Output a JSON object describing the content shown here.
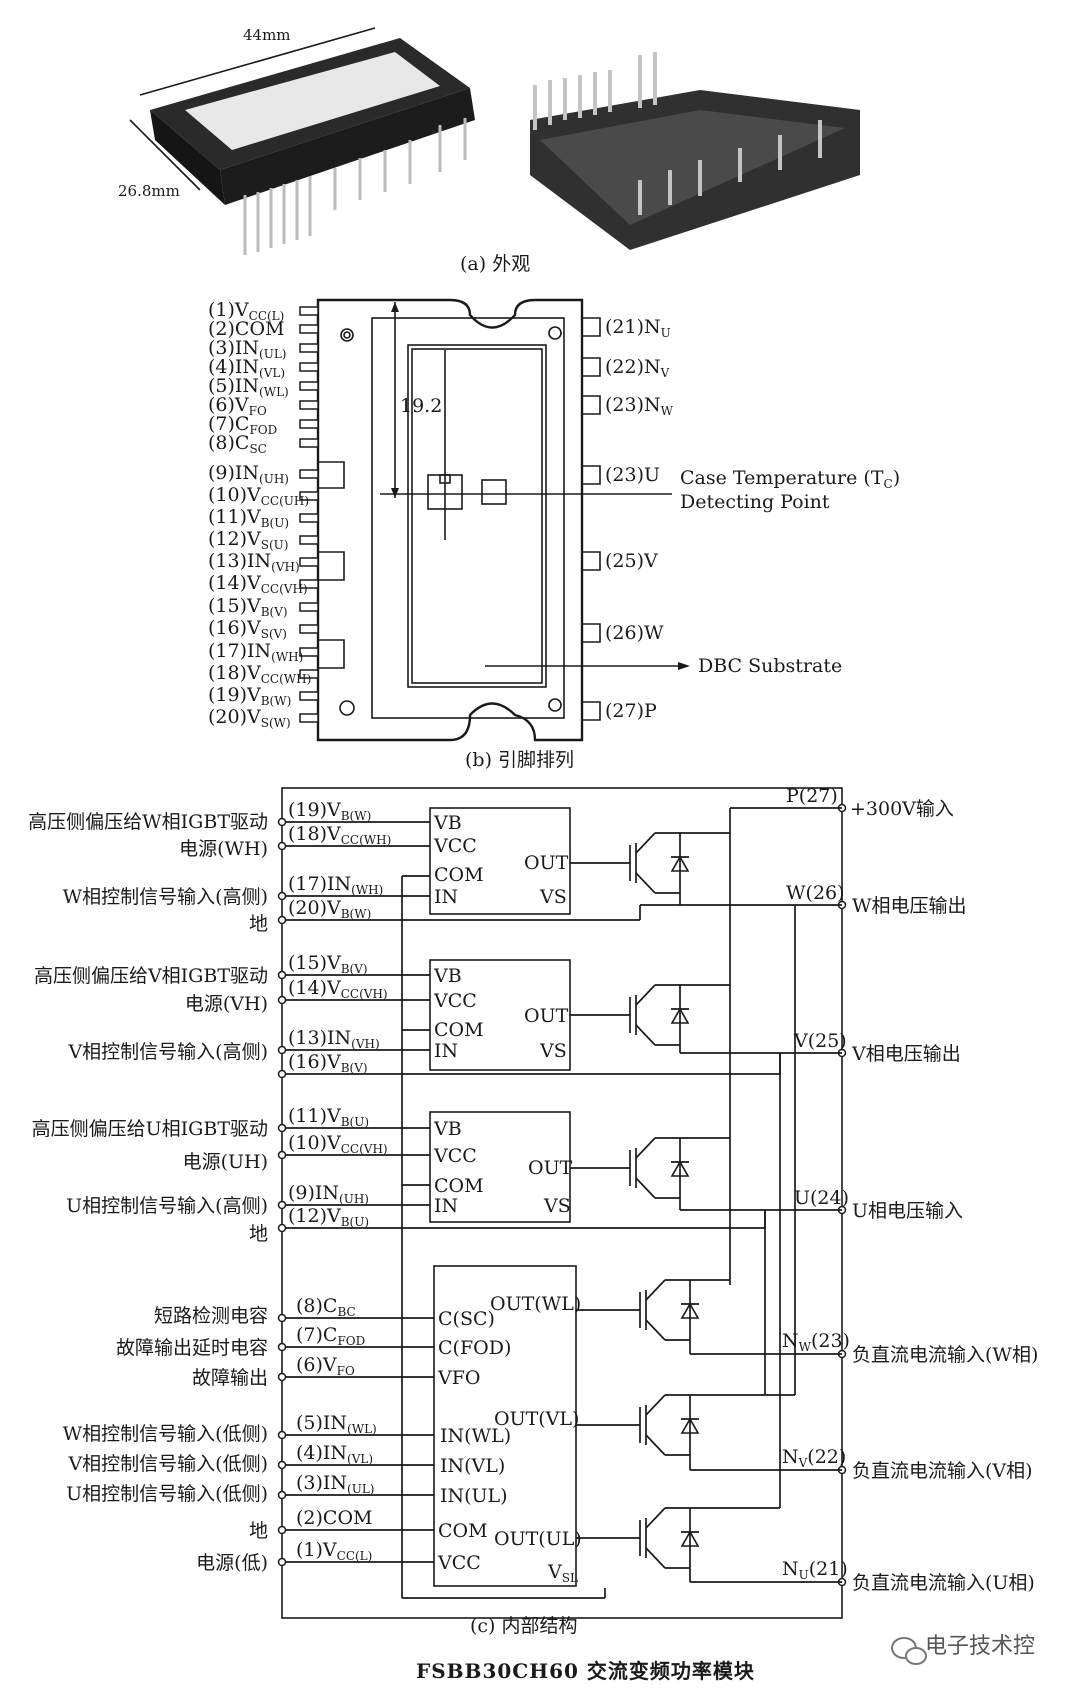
{
  "photo": {
    "dim_width": "44mm",
    "dim_height": "26.8mm",
    "caption": "(a) 外观"
  },
  "pinout": {
    "caption": "(b) 引脚排列",
    "dimension": "19.2",
    "left_pins": [
      {
        "main": "(1)V",
        "sub": "CC(L)"
      },
      {
        "main": "(2)COM",
        "sub": ""
      },
      {
        "main": "(3)IN",
        "sub": "(UL)"
      },
      {
        "main": "(4)IN",
        "sub": "(VL)"
      },
      {
        "main": "(5)IN",
        "sub": "(WL)"
      },
      {
        "main": "(6)V",
        "sub": "FO"
      },
      {
        "main": "(7)C",
        "sub": "FOD"
      },
      {
        "main": "(8)C",
        "sub": "SC"
      },
      {
        "main": "(9)IN",
        "sub": "(UH)"
      },
      {
        "main": "(10)V",
        "sub": "CC(UH)"
      },
      {
        "main": "(11)V",
        "sub": "B(U)"
      },
      {
        "main": "(12)V",
        "sub": "S(U)"
      },
      {
        "main": "(13)IN",
        "sub": "(VH)"
      },
      {
        "main": "(14)V",
        "sub": "CC(VH)"
      },
      {
        "main": "(15)V",
        "sub": "B(V)"
      },
      {
        "main": "(16)V",
        "sub": "S(V)"
      },
      {
        "main": "(17)IN",
        "sub": "(WH)"
      },
      {
        "main": "(18)V",
        "sub": "CC(WH)"
      },
      {
        "main": "(19)V",
        "sub": "B(W)"
      },
      {
        "main": "(20)V",
        "sub": "S(W)"
      }
    ],
    "right_pins": [
      {
        "main": "(21)N",
        "sub": "U"
      },
      {
        "main": "(22)N",
        "sub": "V"
      },
      {
        "main": "(23)N",
        "sub": "W"
      },
      {
        "main": "(23)U",
        "sub": ""
      },
      {
        "main": "(25)V",
        "sub": ""
      },
      {
        "main": "(26)W",
        "sub": ""
      },
      {
        "main": "(27)P",
        "sub": ""
      }
    ],
    "case_temp_1": "Case Temperature (T",
    "case_temp_sub": "C",
    "case_temp_close": ")",
    "case_temp_2": "Detecting Point",
    "dbc": "DBC Substrate"
  },
  "internal": {
    "caption": "(c) 内部结构",
    "left_labels": {
      "w_bias_1": "高压侧偏压给W相IGBT驱动",
      "w_bias_2": "电源(WH)",
      "w_ctrl": "W相控制信号输入(高侧)",
      "w_gnd": "地",
      "v_bias_1": "高压侧偏压给V相IGBT驱动",
      "v_bias_2": "电源(VH)",
      "v_ctrl": "V相控制信号输入(高侧)",
      "u_bias_1": "高压侧偏压给U相IGBT驱动",
      "u_bias_2": "电源(UH)",
      "u_ctrl": "U相控制信号输入(高侧)",
      "u_gnd": "地",
      "sc_cap": "短路检测电容",
      "fod_cap": "故障输出延时电容",
      "fault_out": "故障输出",
      "w_low": "W相控制信号输入(低侧)",
      "v_low": "V相控制信号输入(低侧)",
      "u_low": "U相控制信号输入(低侧)",
      "low_gnd": "地",
      "low_pwr": "电源(低)"
    },
    "pin_labels": {
      "p19": {
        "main": "(19)V",
        "sub": "B(W)"
      },
      "p18": {
        "main": "(18)V",
        "sub": "CC(WH)"
      },
      "p17": {
        "main": "(17)IN",
        "sub": "(WH)"
      },
      "p20": {
        "main": "(20)V",
        "sub": "B(W)"
      },
      "p15": {
        "main": "(15)V",
        "sub": "B(V)"
      },
      "p14": {
        "main": "(14)V",
        "sub": "CC(VH)"
      },
      "p13": {
        "main": "(13)IN",
        "sub": "(VH)"
      },
      "p16": {
        "main": "(16)V",
        "sub": "B(V)"
      },
      "p11": {
        "main": "(11)V",
        "sub": "B(U)"
      },
      "p10": {
        "main": "(10)V",
        "sub": "CC(VH)"
      },
      "p9": {
        "main": "(9)IN",
        "sub": "(UH)"
      },
      "p12": {
        "main": "(12)V",
        "sub": "B(U)"
      },
      "p8": {
        "main": "(8)C",
        "sub": "BC"
      },
      "p7": {
        "main": "(7)C",
        "sub": "FOD"
      },
      "p6": {
        "main": "(6)V",
        "sub": "FO"
      },
      "p5": {
        "main": "(5)IN",
        "sub": "(WL)"
      },
      "p4": {
        "main": "(4)IN",
        "sub": "(VL)"
      },
      "p3": {
        "main": "(3)IN",
        "sub": "(UL)"
      },
      "p2": {
        "main": "(2)COM",
        "sub": ""
      },
      "p1": {
        "main": "(1)V",
        "sub": "CC(L)"
      }
    },
    "hv_chip": {
      "vb": "VB",
      "vcc": "VCC",
      "com": "COM",
      "in": "IN",
      "out": "OUT",
      "vs": "VS"
    },
    "lv_chip": {
      "csc": "C(SC)",
      "cfod": "C(FOD)",
      "vfo": "VFO",
      "inwl": "IN(WL)",
      "invl": "IN(VL)",
      "inul": "IN(UL)",
      "com": "COM",
      "vcc": "VCC",
      "vsl": "V",
      "vsl_sub": "SL",
      "outwl": "OUT(WL)",
      "outvl": "OUT(VL)",
      "outul": "OUT(UL)"
    },
    "right_pins": {
      "p27": "P(27)",
      "p26": "W(26)",
      "p25": "V(25)",
      "p24": "U(24)",
      "p23_main": "N",
      "p23_sub": "W",
      "p23_num": "(23)",
      "p22_main": "N",
      "p22_sub": "V",
      "p22_num": "(22)",
      "p21_main": "N",
      "p21_sub": "U",
      "p21_num": "(21)"
    },
    "right_labels": {
      "hv_in": "+300V输入",
      "w_out": "W相电压输出",
      "v_out": "V相电压输出",
      "u_in": "U相电压输入",
      "nw": "负直流电流输入(W相)",
      "nv": "负直流电流输入(V相)",
      "nu": "负直流电流输入(U相)"
    }
  },
  "footer": {
    "title": "FSBB30CH60 交流变频功率模块",
    "watermark": "电子技术控"
  }
}
